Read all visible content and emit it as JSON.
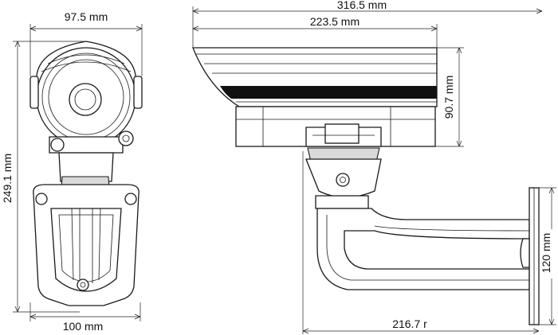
{
  "dimensions": {
    "front_width": "97.5 mm",
    "overall_height": "249.1 mm",
    "mount_width": "100 mm",
    "overall_length": "316.5 mm",
    "housing_length": "223.5 mm",
    "housing_height": "90.7 mm",
    "bracket_height": "120 mm",
    "bracket_reach": "216.7 r"
  },
  "colors": {
    "line": "#1a1a1a",
    "shade": "#d9d9d9",
    "band": "#111111"
  }
}
